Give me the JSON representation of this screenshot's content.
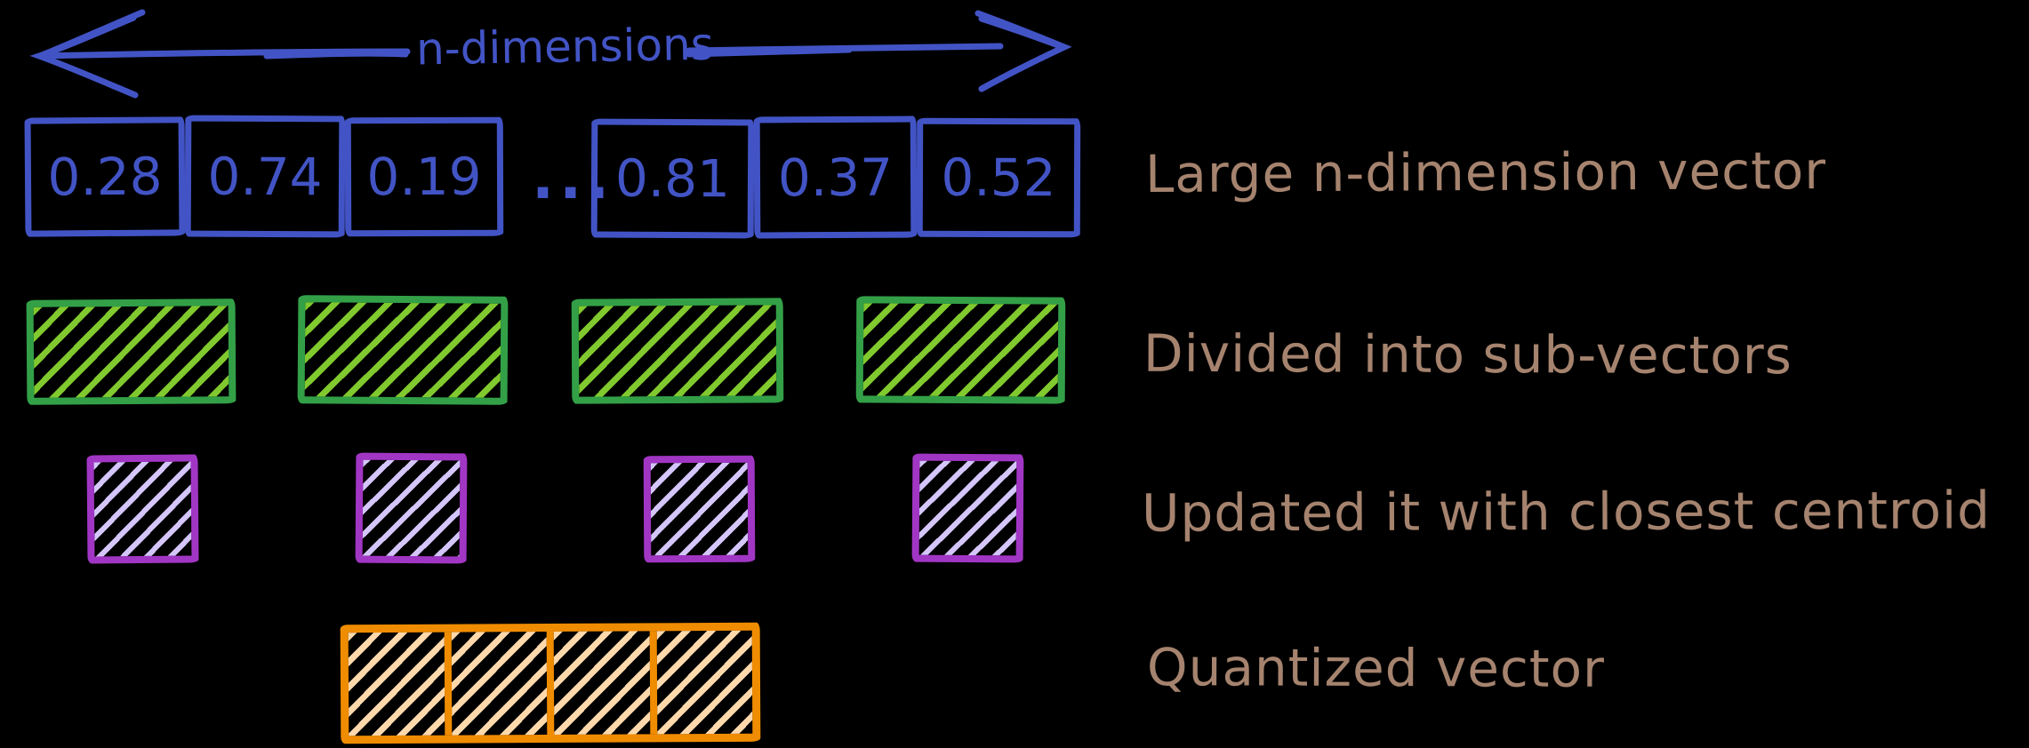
{
  "diagram": {
    "arrow_label": "n-dimensions",
    "vector_row": {
      "values": [
        "0.28",
        "0.74",
        "0.19",
        "0.81",
        "0.37",
        "0.52"
      ],
      "ellipsis": "...",
      "label": "Large n-dimension vector"
    },
    "subvector_row": {
      "block_count": 4,
      "label": "Divided into sub-vectors"
    },
    "centroid_row": {
      "block_count": 4,
      "label": "Updated it with closest centroid"
    },
    "quantized_row": {
      "cell_count": 4,
      "label": "Quantized vector"
    },
    "colors": {
      "background": "#000000",
      "blue": "#4254c5",
      "green_border": "#33a047",
      "green_hatch": "#80c92e",
      "purple_border": "#a136c4",
      "purple_hatch": "#d4c5fa",
      "orange_border": "#f08c00",
      "orange_hatch": "#ffd9ab",
      "label_text": "#a5836e"
    }
  }
}
